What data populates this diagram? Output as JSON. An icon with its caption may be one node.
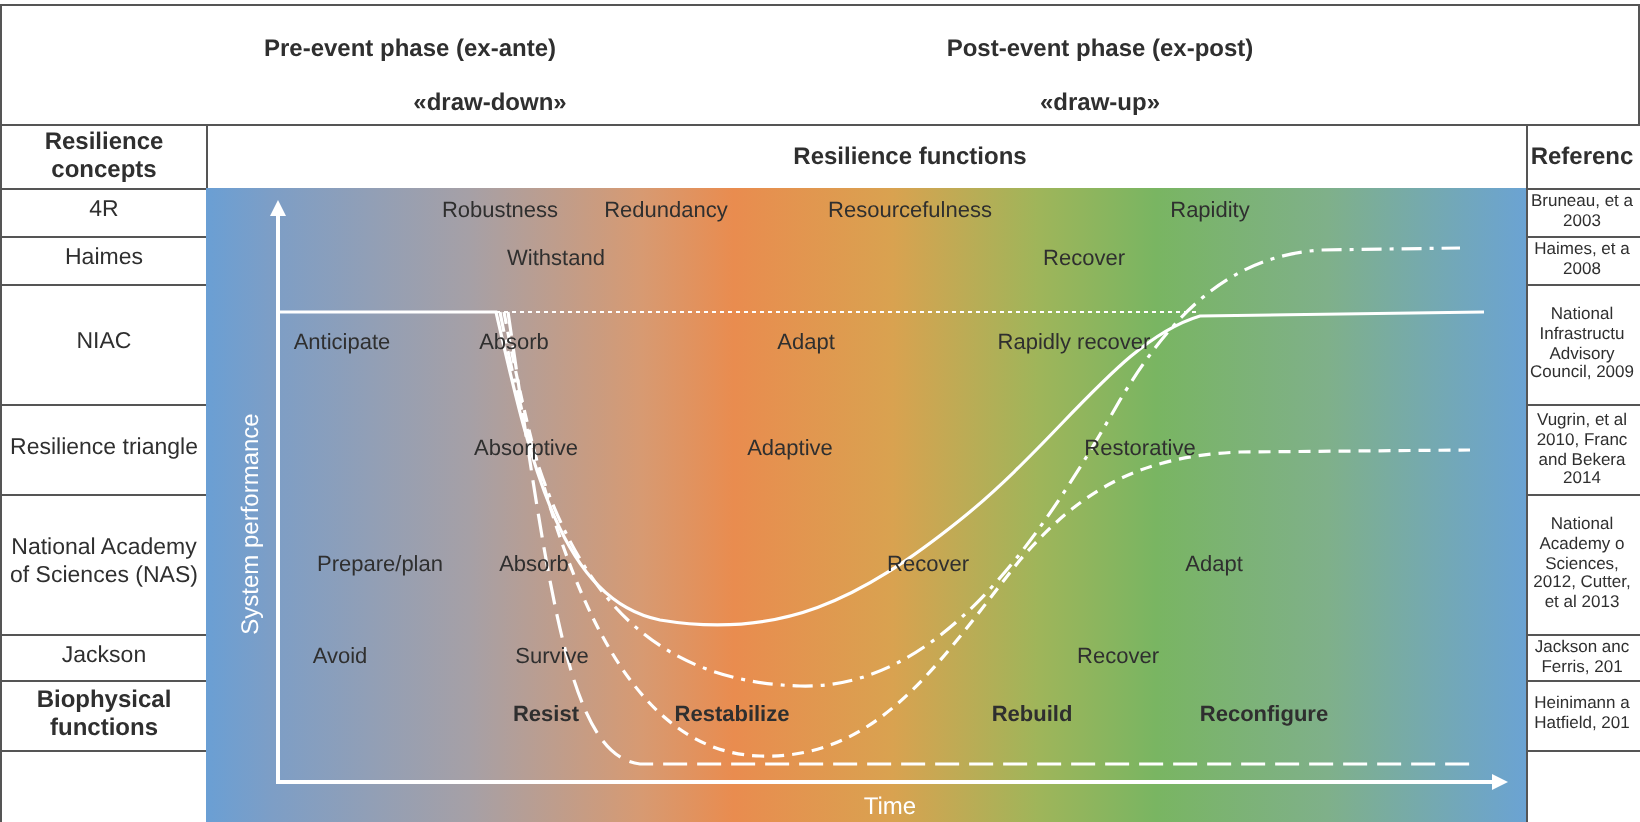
{
  "diagram": {
    "labels": [
      "Pre-event phase (ex-ante)",
      "Post-event phase (ex-post)",
      "«draw-down»",
      "«draw-up»",
      "Resilience concepts",
      "Resilience functions",
      "Referenc",
      "4R",
      "Robustness",
      "Redundancy",
      "Resourcefulness",
      "Rapidity",
      "Bruneau, et a 2003",
      "Haimes",
      "Withstand",
      "Recover",
      "Haimes, et a 2008",
      "NIAC",
      "Anticipate",
      "Absorb",
      "Adapt",
      "Rapidly recover",
      "National Infrastructu Advisory Council, 2009",
      "Resilience triangle",
      "Absorptive",
      "Adaptive",
      "Restorative",
      "Vugrin, et al 2010, Franc and Bekera 2014",
      "National Academy of Sciences (NAS)",
      "Prepare/plan",
      "Absorb",
      "Recover",
      "Adapt",
      "National Academy o Sciences, 2012, Cutter, et al 2013",
      "Jackson",
      "Avoid",
      "Survive",
      "Recover",
      "Jackson anc Ferris, 201",
      "Biophysical functions",
      "Resist",
      "Restabilize",
      "Rebuild",
      "Reconfigure",
      "Heinimann a Hatfield, 201",
      "System performance",
      "Time"
    ]
  }
}
